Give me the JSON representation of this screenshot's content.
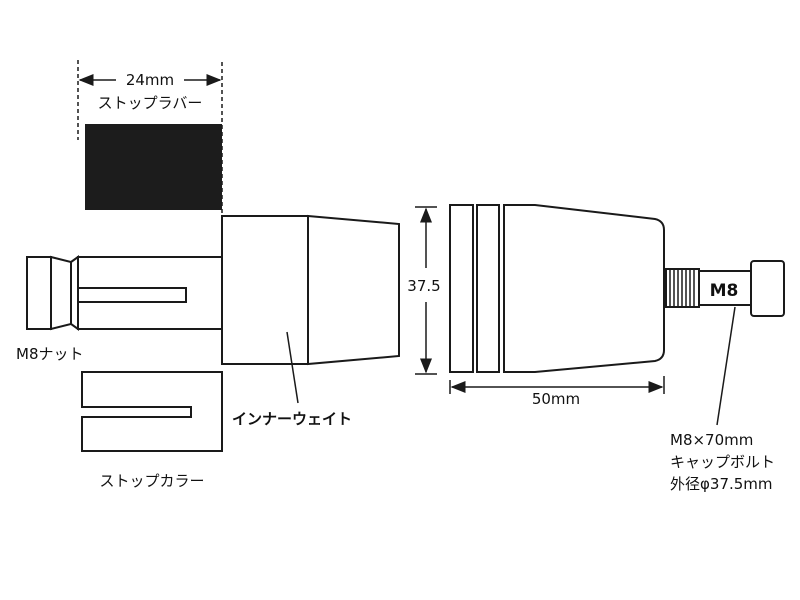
{
  "diagram": {
    "parts": {
      "stop_rubber": {
        "label": "ストップラバー",
        "dimension": "24mm"
      },
      "m8_nut": {
        "label": "M8ナット"
      },
      "stop_collar": {
        "label": "ストップカラー"
      },
      "inner_weight": {
        "label": "インナーウェイト"
      },
      "end_cap": {
        "height_dimension": "37.5",
        "length_dimension": "50mm"
      },
      "cap_bolt": {
        "thread_label": "M8",
        "spec_lines": [
          "M8×70mm",
          "キャップボルト",
          "外径φ37.5mm"
        ]
      }
    },
    "colors": {
      "line": "#1a1a1a",
      "rubber_fill": "#1c1c1c",
      "background": "#ffffff"
    }
  }
}
